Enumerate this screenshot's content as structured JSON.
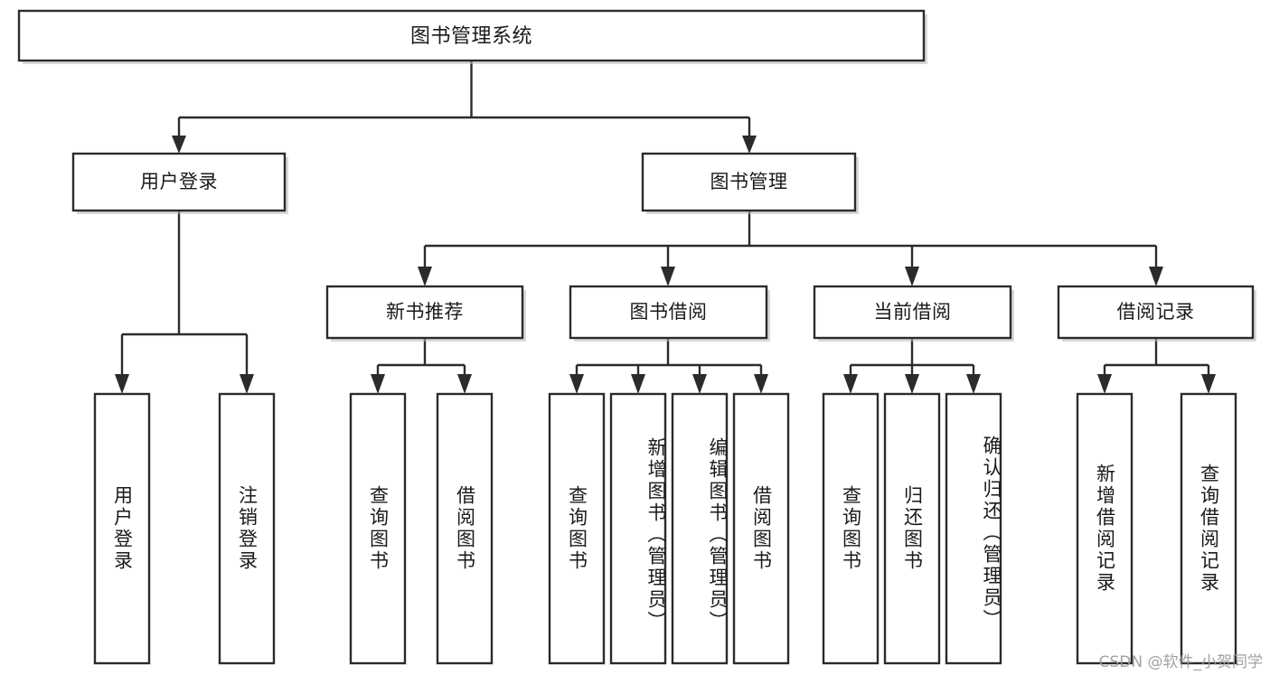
{
  "diagram": {
    "title": "图书管理系统",
    "type": "tree-hierarchy",
    "root": {
      "id": "root",
      "label": "图书管理系统"
    },
    "level2": [
      {
        "id": "user-login",
        "label": "用户登录"
      },
      {
        "id": "book-manage",
        "label": "图书管理"
      }
    ],
    "level3": [
      {
        "id": "new-book-recommend",
        "label": "新书推荐",
        "parent": "book-manage"
      },
      {
        "id": "book-borrow",
        "label": "图书借阅",
        "parent": "book-manage"
      },
      {
        "id": "current-borrow",
        "label": "当前借阅",
        "parent": "book-manage"
      },
      {
        "id": "borrow-record",
        "label": "借阅记录",
        "parent": "book-manage"
      }
    ],
    "leaves": [
      {
        "id": "leaf-user-login",
        "label": "用户登录",
        "parent": "user-login"
      },
      {
        "id": "leaf-user-logout",
        "label": "注销登录",
        "parent": "user-login"
      },
      {
        "id": "leaf-query-book-rec",
        "label": "查询图书",
        "parent": "new-book-recommend"
      },
      {
        "id": "leaf-borrow-book-rec",
        "label": "借阅图书",
        "parent": "new-book-recommend"
      },
      {
        "id": "leaf-query-book-borrow",
        "label": "查询图书",
        "parent": "book-borrow"
      },
      {
        "id": "leaf-add-book",
        "label": "新增图书（管理员）",
        "parent": "book-borrow"
      },
      {
        "id": "leaf-edit-book",
        "label": "编辑图书（管理员）",
        "parent": "book-borrow"
      },
      {
        "id": "leaf-borrow-book",
        "label": "借阅图书",
        "parent": "book-borrow"
      },
      {
        "id": "leaf-query-book-cur",
        "label": "查询图书",
        "parent": "current-borrow"
      },
      {
        "id": "leaf-return-book",
        "label": "归还图书",
        "parent": "current-borrow"
      },
      {
        "id": "leaf-confirm-return",
        "label": "确认归还（管理员）",
        "parent": "current-borrow"
      },
      {
        "id": "leaf-add-record",
        "label": "新增借阅记录",
        "parent": "borrow-record"
      },
      {
        "id": "leaf-query-record",
        "label": "查询借阅记录",
        "parent": "borrow-record"
      }
    ],
    "colors": {
      "box_fill": "#ffffff",
      "box_stroke": "#2b2b2b",
      "connector": "#2b2b2b",
      "text": "#1a1a1a",
      "background": "#ffffff",
      "watermark": "#9a9a9a"
    }
  },
  "watermark": {
    "text": "CSDN @软件_小贺同学"
  }
}
